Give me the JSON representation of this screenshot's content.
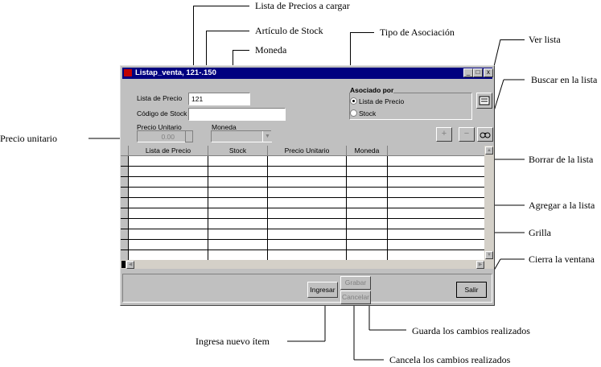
{
  "window": {
    "title": "Listap_venta, 121-.150",
    "minimize": "_",
    "maximize": "□",
    "close": "x"
  },
  "form": {
    "lista_label": "Lista de Precio",
    "lista_value": "121",
    "codigo_label": "Código de Stock",
    "codigo_value": "",
    "precio_label": "Precio Unitario",
    "precio_value": "0.00",
    "moneda_label": "Moneda",
    "moneda_value": ""
  },
  "asociado": {
    "heading": "Asociado por",
    "option1": "Lista de Precio",
    "option2": "Stock",
    "selected": "Lista de Precio"
  },
  "grid": {
    "columns": [
      "Lista de Precio",
      "Stock",
      "Precio Unitario",
      "Moneda"
    ],
    "rows": 10
  },
  "buttons": {
    "ingresar": "Ingresar",
    "grabar": "Grabar",
    "cancelar": "Cancelar",
    "salir": "Salir",
    "agregar_icon": "plus-icon",
    "borrar_icon": "minus-icon",
    "buscar_icon": "binoculars-icon",
    "ver_icon": "list-view-icon"
  },
  "annotations": {
    "lista_precios": "Lista de Precios a cargar",
    "articulo": "Artículo de Stock",
    "moneda": "Moneda",
    "tipo": "Tipo de Asociación",
    "ver_lista": "Ver lista",
    "buscar": "Buscar en la lista",
    "precio": "Precio unitario",
    "borrar": "Borrar de la lista",
    "agregar": "Agregar a la lista",
    "grilla": "Grilla",
    "cierra": "Cierra la ventana",
    "guarda": "Guarda los cambios realizados",
    "ingresa": "Ingresa nuevo ítem",
    "cancela": "Cancela los cambios realizados"
  }
}
